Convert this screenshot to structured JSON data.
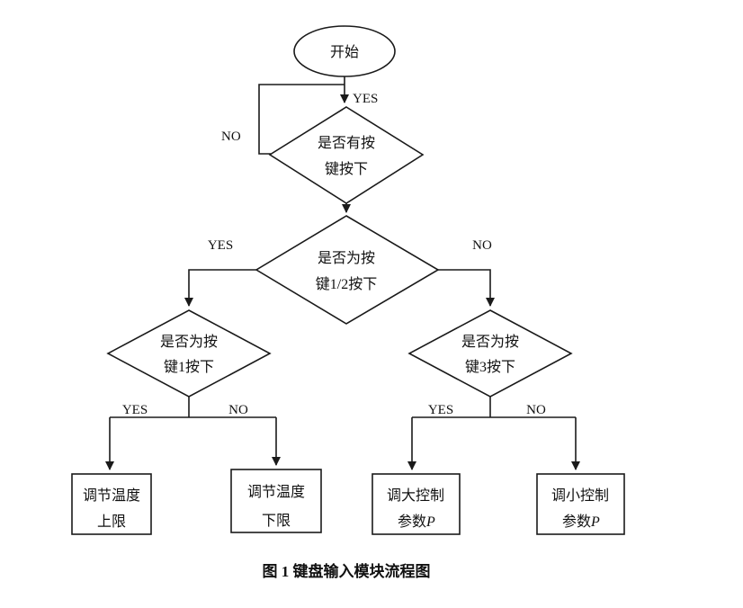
{
  "nodes": {
    "start": {
      "label": "开始"
    },
    "check_key": {
      "line1": "是否有按",
      "line2": "键按下"
    },
    "check_key12": {
      "line1": "是否为按",
      "line2": "键1/2按下"
    },
    "check_key1": {
      "line1": "是否为按",
      "line2": "键1按下"
    },
    "check_key3": {
      "line1": "是否为按",
      "line2": "键3按下"
    },
    "adjust_upper": {
      "line1": "调节温度",
      "line2": "上限"
    },
    "adjust_lower": {
      "line1": "调节温度",
      "line2": "下限"
    },
    "increase_param": {
      "line1": "调大控制",
      "line2a": "参数",
      "line2b": "P"
    },
    "decrease_param": {
      "line1": "调小控制",
      "line2a": "参数",
      "line2b": "P"
    }
  },
  "edge_labels": {
    "start_yes": "YES",
    "loop_no": "NO",
    "key12_yes": "YES",
    "key12_no": "NO",
    "key1_yes": "YES",
    "key1_no": "NO",
    "key3_yes": "YES",
    "key3_no": "NO"
  },
  "caption": "图 1  键盘输入模块流程图",
  "colors": {
    "line": "#1a1a1a",
    "background": "#ffffff",
    "text": "#111111"
  }
}
